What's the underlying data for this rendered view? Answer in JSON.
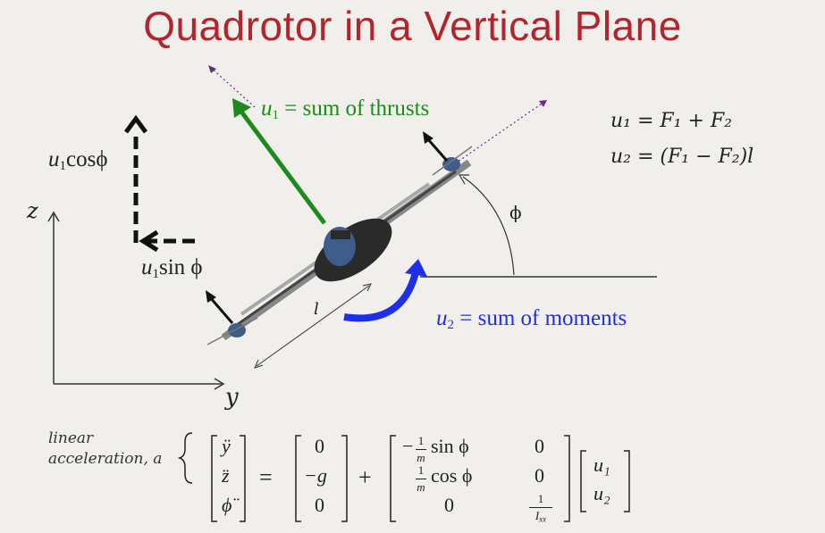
{
  "title": "Quadrotor in a Vertical Plane",
  "labels": {
    "u1": "u",
    "sub1": "1",
    "u2": "u",
    "sub2": "2",
    "thrust": " = sum of thrusts",
    "moment": " = sum of moments",
    "cos": "cosϕ",
    "sin": "sin ϕ",
    "axis_z": "z",
    "axis_y": "y",
    "phi": "ϕ",
    "len": "l"
  },
  "equations": {
    "eq1": "u₁ = F₁ + F₂",
    "eq2": "u₂ = (F₁ − F₂)l"
  },
  "matrix_eq": {
    "annotation_line1": "linear",
    "annotation_line2": "acceleration, a",
    "lhs": [
      "ÿ",
      "z̈",
      "ϕ̈"
    ],
    "gravity": [
      "0",
      "−g",
      "0"
    ],
    "equals": "=",
    "plus": "+",
    "coeff": {
      "r1c1_sign": "−",
      "r1c1_func": "sin ϕ",
      "r1c2": "0",
      "r2c1_func": "cos ϕ",
      "r2c2": "0",
      "r3c1": "0",
      "num": "1",
      "den_m": "m",
      "den_i": "I",
      "den_i_sub": "xx"
    },
    "inputs": [
      "u₁",
      "u₂"
    ]
  },
  "colors": {
    "title": "#b3252c",
    "thrust": "#1c8a1c",
    "moment": "#1f2ee8",
    "purple_dashed": "#6b2a8a"
  }
}
